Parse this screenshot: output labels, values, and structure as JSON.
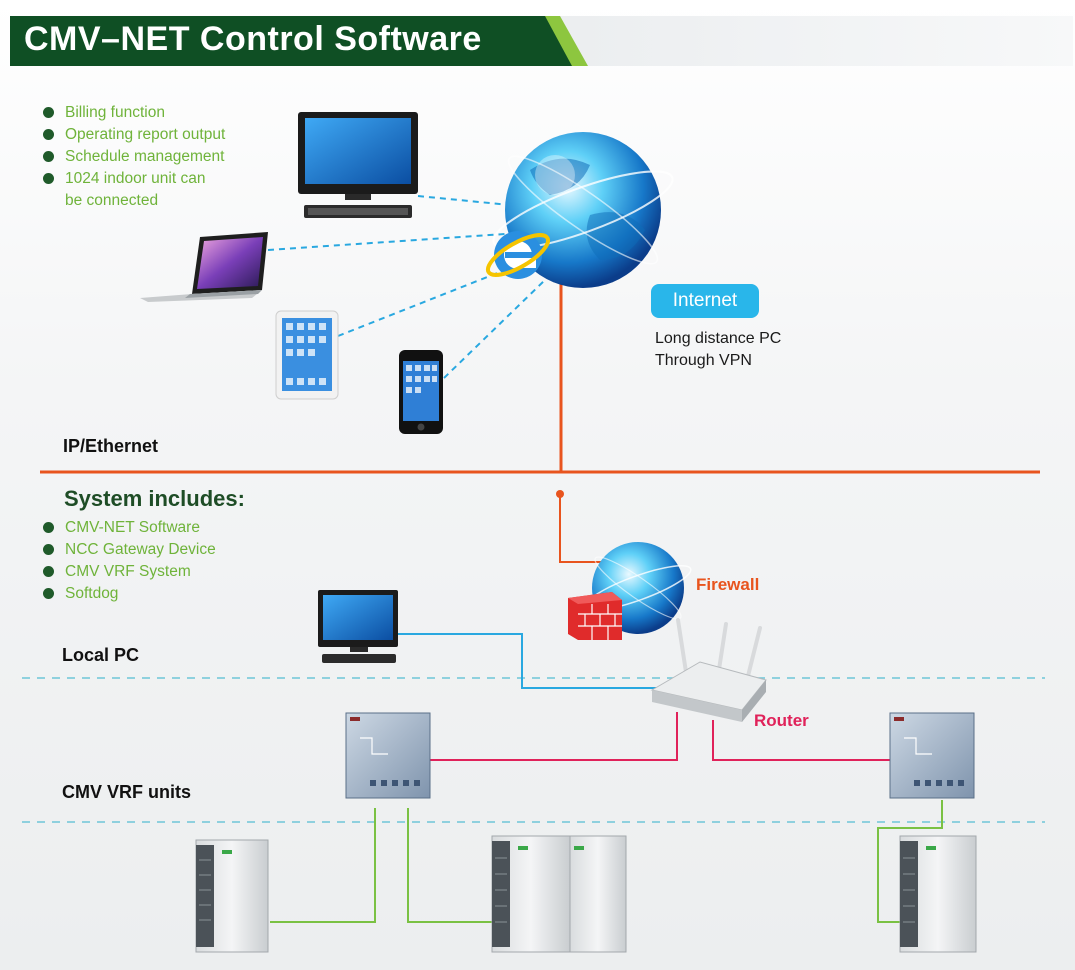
{
  "title": "CMV–NET Control Software",
  "features": [
    "Billing function",
    "Operating report output",
    "Schedule management",
    "1024 indoor unit can",
    "be connected"
  ],
  "internet": {
    "badge": "Internet",
    "note_line1": "Long distance PC",
    "note_line2": "Through VPN"
  },
  "sections": {
    "ip_ethernet": "IP/Ethernet",
    "system_includes_title": "System includes:",
    "local_pc": "Local PC",
    "vrf_units": "CMV VRF units"
  },
  "system_includes": [
    "CMV-NET Software",
    "NCC Gateway Device",
    "CMV VRF System",
    "Softdog"
  ],
  "labels": {
    "firewall": "Firewall",
    "router": "Router"
  },
  "colors": {
    "title_green": "#0f4f24",
    "accent_green": "#6fb33a",
    "ethernet_orange": "#e8541e",
    "router_pink": "#e0225a",
    "pc_blue": "#29a8e0",
    "unit_green": "#7ac143",
    "dashed_cyan": "#6ec6d8"
  },
  "icons": [
    "globe-icon",
    "desktop-pc-icon",
    "laptop-icon",
    "tablet-icon",
    "smartphone-icon",
    "ie-browser-icon",
    "firewall-brick-icon",
    "router-icon",
    "gateway-device-icon",
    "outdoor-unit-icon"
  ]
}
